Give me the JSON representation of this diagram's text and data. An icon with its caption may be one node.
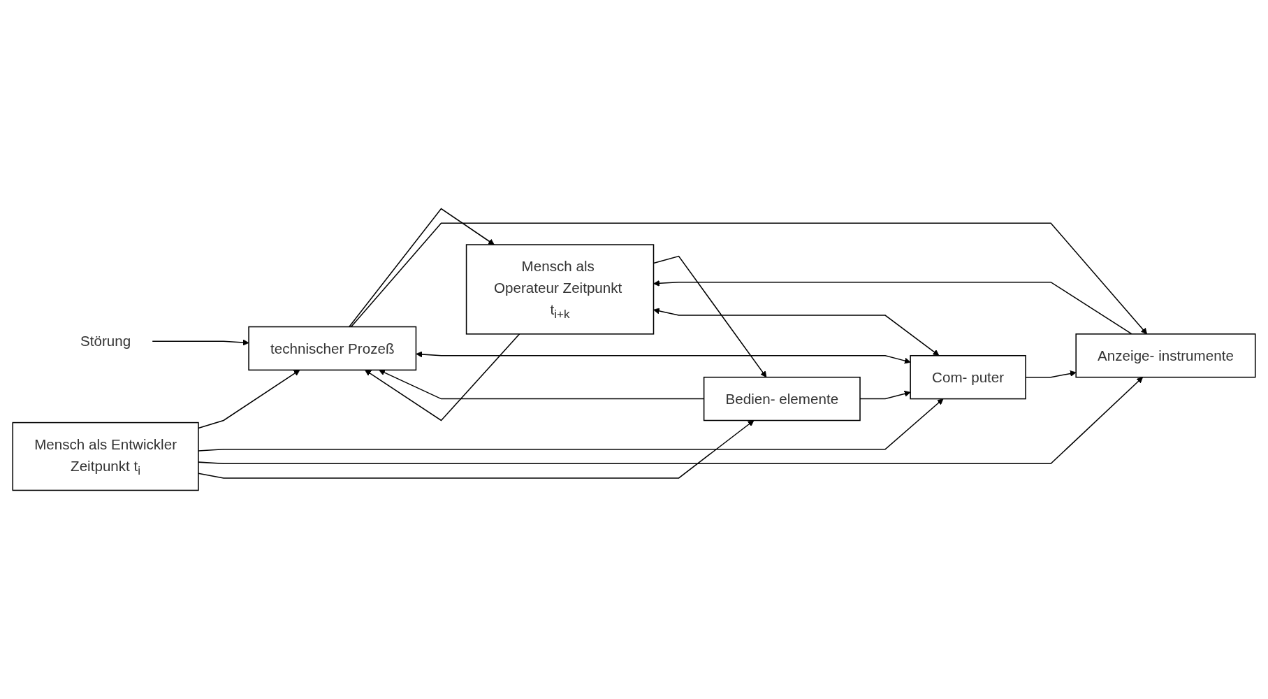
{
  "diagram": {
    "nodes": [
      {
        "text": [
          "Störung"
        ]
      },
      {
        "text": [
          "technischer Prozeß"
        ]
      },
      {
        "text": [
          "Anzeige- instrumente"
        ]
      },
      {
        "text": [
          "Com- puter"
        ]
      },
      {
        "text": [
          "Bedien- elemente"
        ]
      },
      {
        "text": [
          "Mensch als Operateur Zeitpunkt t$_{i+k}$"
        ]
      },
      {
        "text": [
          "Mensch als Entwickler",
          "Zeitpunkt  t$_{i}$"
        ]
      }
    ],
    "edges": [
      {
        "from": 0,
        "to": 1,
        "arrow": "to"
      },
      {
        "from": 1,
        "to": 5,
        "arrow": "to"
      },
      {
        "from": 1,
        "to": 2,
        "arrow": "to"
      },
      {
        "from": 3,
        "to": 2,
        "arrow": "to"
      },
      {
        "from": 2,
        "to": 5,
        "arrow": "to"
      },
      {
        "from": 1,
        "to": 3,
        "arrow": "both"
      },
      {
        "from": 3,
        "to": 5,
        "arrow": "both"
      },
      {
        "from": 5,
        "to": 4,
        "arrow": "to"
      },
      {
        "from": 4,
        "to": 3,
        "arrow": "to"
      },
      {
        "from": 4,
        "to": 1,
        "arrow": "to"
      },
      {
        "from": 5,
        "to": 1,
        "arrow": "to"
      },
      {
        "from": 6,
        "to": 1,
        "arrow": "to"
      },
      {
        "from": 6,
        "to": 3,
        "arrow": "to"
      },
      {
        "from": 6,
        "to": 2,
        "arrow": "to"
      },
      {
        "from": 6,
        "to": 4,
        "arrow": "to"
      }
    ]
  }
}
